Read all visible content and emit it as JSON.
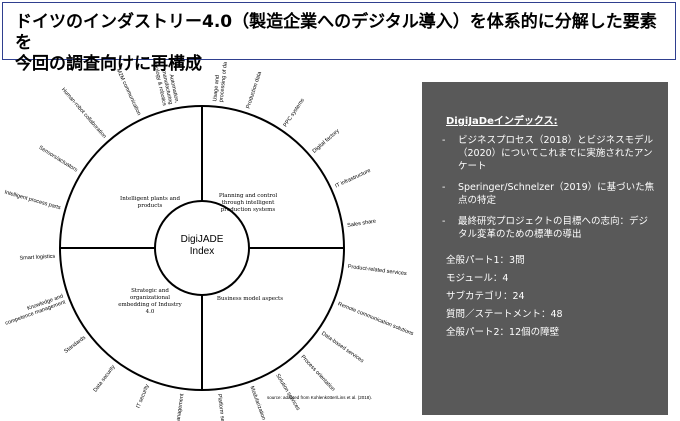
{
  "title": "ドイツのインダストリー4.0（製造企業へのデジタル導入）を体系的に分解した要素を\n今回の調査向けに再構成",
  "diagram": {
    "center": "DigiJADE\nIndex",
    "quadrants": [
      "Intelligent plants and\nproducts",
      "Planning and control\nthrough intelligent\nproduction systems",
      "Business model aspects",
      "Strategic and\norganizational\nembedding of Industry\n4.0"
    ],
    "items": [
      {
        "label": "Usage and\nprocessing of data",
        "angle": -84
      },
      {
        "label": "Production data",
        "angle": -72
      },
      {
        "label": "PPC systems",
        "angle": -56
      },
      {
        "label": "Digital factory",
        "angle": -41
      },
      {
        "label": "IT infrastructure",
        "angle": -25
      },
      {
        "label": "Sales share",
        "angle": -9
      },
      {
        "label": "Product-related services",
        "angle": 7
      },
      {
        "label": "Remote communication solutions",
        "angle": 22
      },
      {
        "label": "Data-based services",
        "angle": 35
      },
      {
        "label": "Process orientation",
        "angle": 47
      },
      {
        "label": "Solution services",
        "angle": 59
      },
      {
        "label": "Modularization",
        "angle": 70
      },
      {
        "label": "Platform services",
        "angle": 83
      },
      {
        "label": "Lean Management",
        "angle": 98
      },
      {
        "label": "IT security",
        "angle": 112
      },
      {
        "label": "Data security",
        "angle": 127
      },
      {
        "label": "Standards",
        "angle": 143
      },
      {
        "label": "Knowledge and\ncompetence management",
        "angle": 160
      },
      {
        "label": "Smart logistics",
        "angle": 177
      },
      {
        "label": "Intelligent process parts",
        "angle": 196
      },
      {
        "label": "Sensors/actuators",
        "angle": 212
      },
      {
        "label": "Human-robot collaboration",
        "angle": 229
      },
      {
        "label": "M2M communication",
        "angle": 245
      },
      {
        "label": "Automation,\nmanufacturing\ntechnology & robotics",
        "angle": 258
      }
    ],
    "source": "source: adapted from Kohlenkötter/Lins et al. (2018)."
  },
  "panel": {
    "heading": "DigiJaDeインデックス:",
    "bullets": [
      "ビジネスプロセス（2018）とビジネスモデル（2020）についてこれまでに実施されたアンケート",
      "Speringer/Schnelzer（2019）に基づいた焦点の特定",
      "最終研究プロジェクトの目標への志向：デジタル変革のための標準の導出"
    ],
    "stats": [
      "全般パート1：3問",
      "モジュール：4",
      "サブカテゴリ：24",
      "質問／ステートメント：48",
      "全般パート2：12個の障壁"
    ]
  }
}
